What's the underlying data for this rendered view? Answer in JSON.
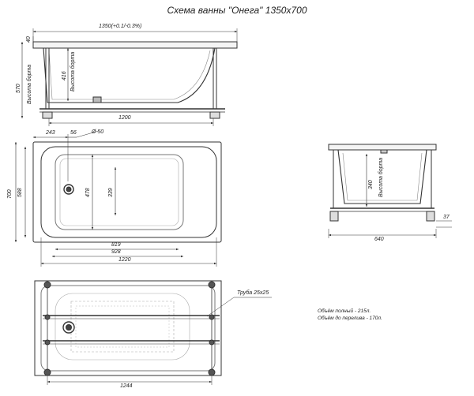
{
  "title": "Схема ванны \"Онега\" 1350х700",
  "dims": {
    "top_length": "1350(+0.1/-0.3%)",
    "rim_thickness": "40",
    "height_total": "570",
    "rim_height_side": "Высота борта",
    "inner_416": "416",
    "rim_height_inner": "Высота борта",
    "bottom_1200": "1200",
    "d243": "243",
    "d56": "56",
    "d_phi50": "Ø 50",
    "w700": "700",
    "w588": "588",
    "w478": "478",
    "w339": "339",
    "l819": "819",
    "l928": "928",
    "l1220": "1220",
    "side_340": "340",
    "side_rim": "Высота борта",
    "side_37": "37",
    "side_640": "640",
    "pipe": "Труба 25х25",
    "b1244": "1244"
  },
  "volumes": {
    "full": "Объём полный - 215л.",
    "overflow": "Объём до перелива - 170л."
  }
}
